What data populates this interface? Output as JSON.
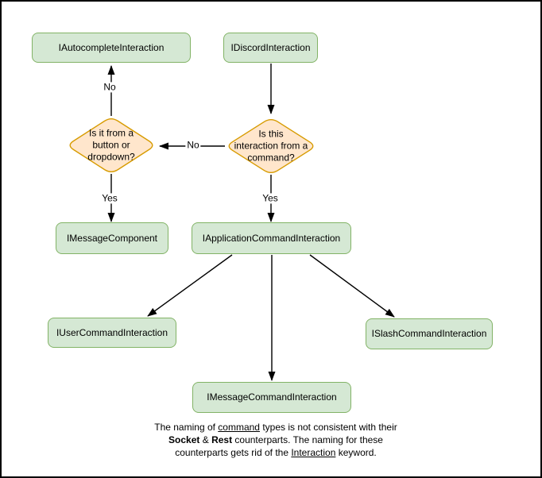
{
  "diagram": {
    "type": "flowchart",
    "background": "#ffffff",
    "border_color": "#000000"
  },
  "colors": {
    "node_fill": "#d5e8d4",
    "node_stroke": "#82b366",
    "decision_fill": "#ffe6cc",
    "decision_stroke": "#d79b00",
    "arrow": "#000000"
  },
  "nodes": {
    "autocomplete": "IAutocompleteInteraction",
    "discord": "IDiscordInteraction",
    "message_component": "IMessageComponent",
    "application_command": "IApplicationCommandInteraction",
    "user_command": "IUserCommandInteraction",
    "slash_command": "ISlashCommandInteraction",
    "message_command": "IMessageCommandInteraction"
  },
  "decisions": {
    "button_or_dropdown": "Is it from a\nbutton or\ndropdown?",
    "from_command": "Is this\ninteraction from a\ncommand?"
  },
  "edge_labels": {
    "no_to_autocomplete": "No",
    "no_to_button_decision": "No",
    "yes_to_message_component": "Yes",
    "yes_to_application_command": "Yes"
  },
  "footnote": {
    "l1_part1": "The naming of ",
    "l1_underlined": "command",
    "l1_part2": " types is not consistent with their",
    "l2_bold1": "Socket",
    "l2_amp": " & ",
    "l2_bold2": "Rest",
    "l2_part2": " counterparts. The naming for these",
    "l3_part1": "counterparts gets rid of the ",
    "l3_underlined": "Interaction",
    "l3_part2": " keyword."
  }
}
